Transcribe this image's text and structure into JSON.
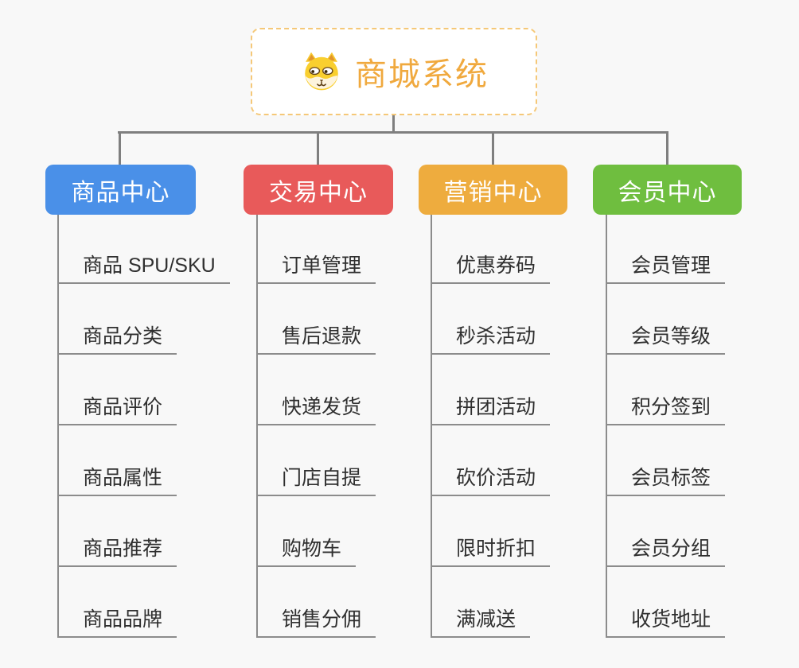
{
  "root": {
    "title": "商城系统",
    "icon": "dog-face-icon",
    "title_color": "#F0A93E",
    "border_color": "#F5C878"
  },
  "connector_color": "#7F7F7F",
  "branches": [
    {
      "label": "商品中心",
      "color": "#4A90E8",
      "items": [
        "商品 SPU/SKU",
        "商品分类",
        "商品评价",
        "商品属性",
        "商品推荐",
        "商品品牌"
      ]
    },
    {
      "label": "交易中心",
      "color": "#E85A5A",
      "items": [
        "订单管理",
        "售后退款",
        "快递发货",
        "门店自提",
        "购物车",
        "销售分佣"
      ]
    },
    {
      "label": "营销中心",
      "color": "#EEAC3E",
      "items": [
        "优惠券码",
        "秒杀活动",
        "拼团活动",
        "砍价活动",
        "限时折扣",
        "满减送"
      ]
    },
    {
      "label": "会员中心",
      "color": "#6FBE3F",
      "items": [
        "会员管理",
        "会员等级",
        "积分签到",
        "会员标签",
        "会员分组",
        "收货地址"
      ]
    }
  ]
}
